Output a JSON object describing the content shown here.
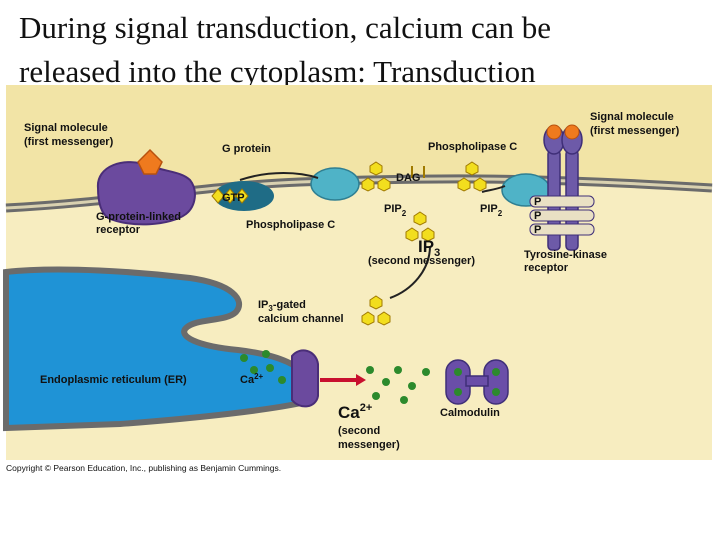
{
  "title": {
    "line1": "During signal transduction, calcium can be",
    "line2": "released into the cytoplasm: Transduction"
  },
  "labels": {
    "signal_molecule_left": "Signal molecule",
    "first_messenger_left": "(first messenger)",
    "g_protein": "G protein",
    "phospholipase_c_top": "Phospholipase C",
    "signal_molecule_right": "Signal molecule",
    "first_messenger_right": "(first messenger)",
    "gtp": "GTP",
    "dag": "DAG",
    "pip2_left": "PIP",
    "pip2_left_sub": "2",
    "pip2_right": "PIP",
    "pip2_right_sub": "2",
    "gpcr_line1": "G-protein-linked",
    "gpcr_line2": "receptor",
    "phospholipase_c_left": "Phospholipase C",
    "ip3": "IP",
    "ip3_sub": "3",
    "second_messenger_ip3": "(second messenger)",
    "rtk_line1": "Tyrosine-kinase",
    "rtk_line2": "receptor",
    "ip3_channel_line1_pre": "IP",
    "ip3_channel_line1_sub": "3",
    "ip3_channel_line1_post": "-gated",
    "ip3_channel_line2": "calcium channel",
    "er": "Endoplasmic reticulum (ER)",
    "ca_er": "Ca",
    "ca_er_sup": "2+",
    "ca_big": "Ca",
    "ca_big_sup": "2+",
    "second_messenger_ca_1": "(second",
    "second_messenger_ca_2": "messenger)",
    "calmodulin": "Calmodulin",
    "phosphate_rows": [
      "P",
      "P",
      "P"
    ],
    "copyright": "Copyright © Pearson Education, Inc., publishing as Benjamin Cummings."
  },
  "colors": {
    "extracellular": "#f2e4a6",
    "membrane": "#6b6b6b",
    "cytoplasm": "#f7edc0",
    "er": "#1f93d6",
    "g_protein": "#1f6c86",
    "phospholipase": "#4fb3c7",
    "receptor_gpcr": "#6b4a9e",
    "receptor_rtk": "#6d5aa8",
    "signal_molecule": "#ef7a1e",
    "ip3_molecule": "#f2de1e",
    "calcium_ion": "#2c8a2c",
    "calmodulin": "#6a4ea8",
    "arrow": "#c8102e"
  }
}
